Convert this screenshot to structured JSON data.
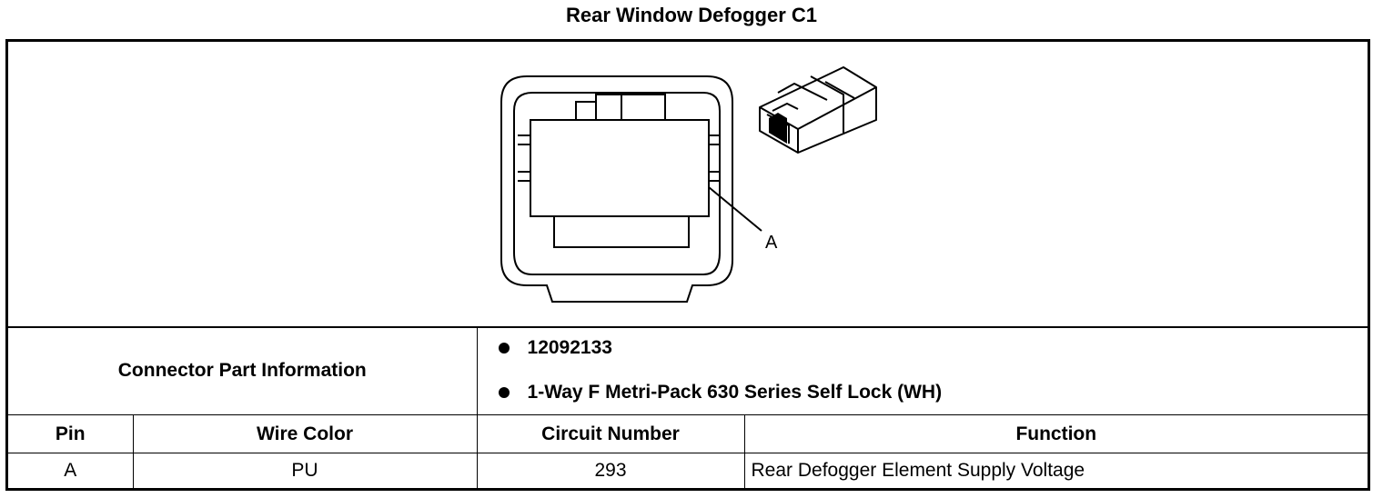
{
  "title": "Rear Window Defogger C1",
  "diagram": {
    "callout": "A"
  },
  "connector_part_information": {
    "label": "Connector Part Information",
    "items": [
      "12092133",
      "1-Way F Metri-Pack 630 Series Self Lock (WH)"
    ]
  },
  "pinout": {
    "headers": [
      "Pin",
      "Wire Color",
      "Circuit Number",
      "Function"
    ],
    "rows": [
      {
        "pin": "A",
        "wire_color": "PU",
        "circuit_number": "293",
        "function": "Rear Defogger Element Supply Voltage"
      }
    ]
  }
}
